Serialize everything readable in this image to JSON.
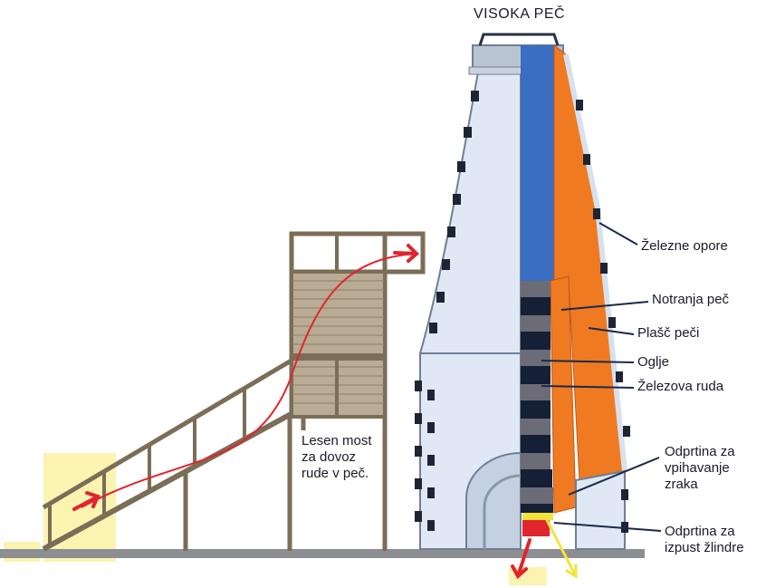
{
  "title": "VISOKA PEČ",
  "labels": {
    "zelezne_opore": "Železne opore",
    "notranja_pec": "Notranja peč",
    "plasc_peci": "Plašč peči",
    "oglje": "Oglje",
    "zelezova_ruda": "Železova ruda",
    "odprtina_vpihavanje": [
      "Odprtina za",
      "vpihavanje",
      "zraka"
    ],
    "odprtina_izpust": [
      "Odprtina za",
      "izpust žlindre"
    ],
    "lesen_most": [
      "Lesen most",
      "za dovoz",
      "rude v peč."
    ]
  },
  "colors": {
    "furnace_body": "#dfe8f4",
    "furnace_outline": "#6f7f94",
    "inner_column": "#3a6ec0",
    "mantle": "#f07a22",
    "charcoal": "#152036",
    "ore": "#6c6c76",
    "wood": "#7b6d56",
    "ground": "#8c8e92",
    "arrow_red": "#e2242e",
    "arrow_yellow": "#f3e43c",
    "highlight": "#fbf3b0",
    "leader": "#1a2a4a"
  },
  "icons": [
    "red-arrow-icon",
    "yellow-arrow-icon"
  ]
}
